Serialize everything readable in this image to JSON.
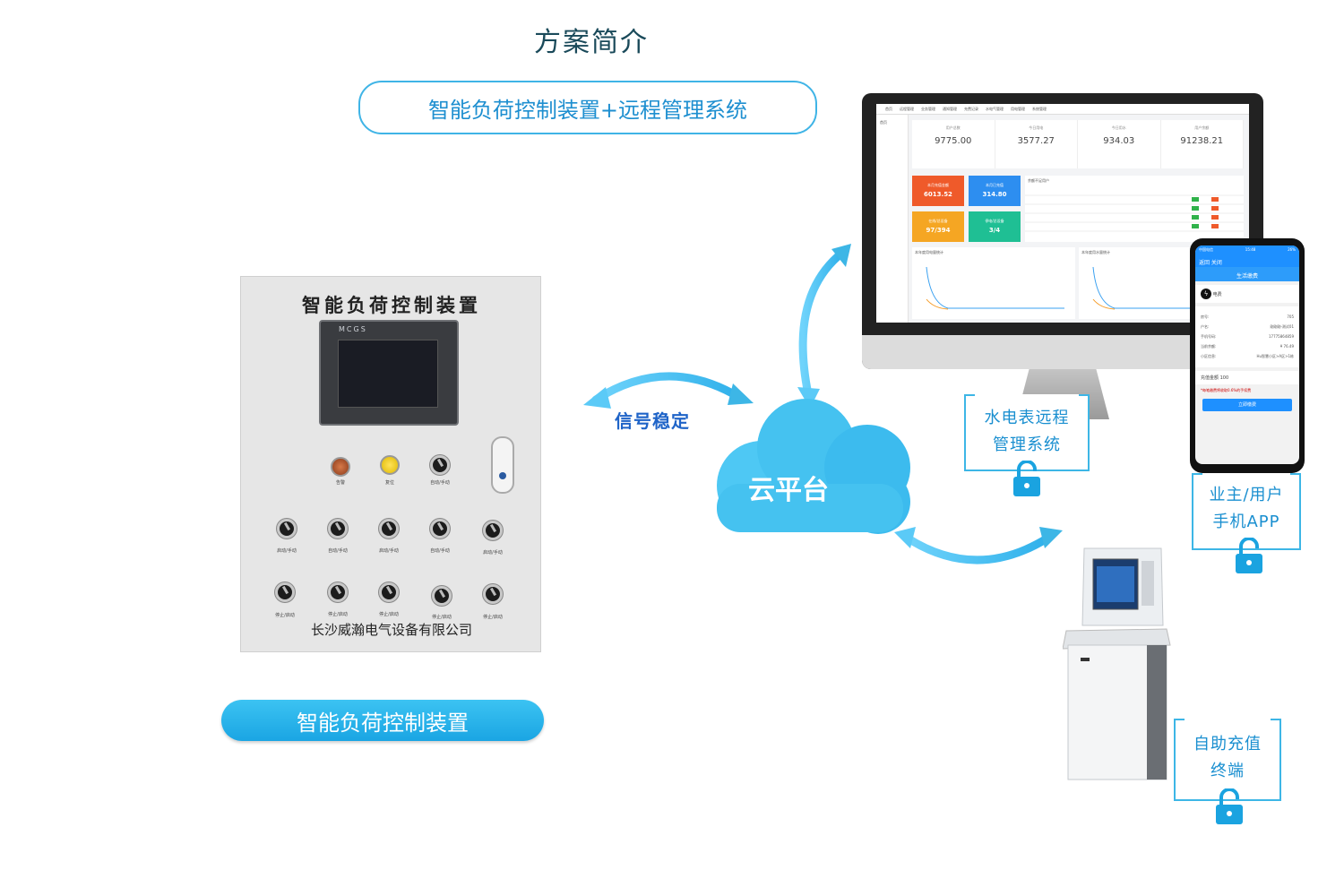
{
  "page": {
    "title": "方案简介",
    "subtitle": "智能负荷控制装置+远程管理系统"
  },
  "cabinet": {
    "title": "智能负荷控制装置",
    "hmi_brand": "MCGS",
    "company": "长沙威瀚电气设备有限公司",
    "top_labels": [
      "告警",
      "复位",
      "自动/手动"
    ],
    "row2_labels": [
      "启动/手动",
      "自动/手动",
      "启动/手动",
      "自动/手动",
      "启动/手动"
    ],
    "row3_labels": [
      "停止/启动",
      "停止/启动",
      "停止/启动",
      "停止/启动",
      "停止/启动"
    ]
  },
  "device_label": "智能负荷控制装置",
  "signal_label": "信号稳定",
  "cloud_label": "云平台",
  "monitor": {
    "nav": [
      "首页",
      "远程管理",
      "业务管理",
      "通知管理",
      "充费记录",
      "水电气管理",
      "用电管理",
      "系统管理"
    ],
    "side": "首页",
    "stats": [
      {
        "label": "用户总数",
        "value": "9775.00"
      },
      {
        "label": "今日用电",
        "value": "3577.27"
      },
      {
        "label": "今日用水",
        "value": "934.03"
      },
      {
        "label": "用户余额",
        "value": "91238.21"
      }
    ],
    "tiles": [
      {
        "label": "本月充值金额",
        "value": "6013.52",
        "color": "#ef5a2a"
      },
      {
        "label": "本月已充值",
        "value": "314.80",
        "color": "#2d8ef0"
      },
      {
        "label": "在线/总设备",
        "value": "97/394",
        "color": "#f5a623"
      },
      {
        "label": "停电/总设备",
        "value": "3/4",
        "color": "#1fbf94"
      }
    ],
    "table_title": "余额不足用户",
    "chart_titles": [
      "本年度用电量统计",
      "本年度用水量统计"
    ]
  },
  "phone": {
    "status_left": "中国电信",
    "status_time": "15:48",
    "status_right": "26%",
    "nav": "返回  关闭",
    "header": "生活缴费",
    "service": "电费",
    "rows": [
      {
        "k": "房号:",
        "v": "705"
      },
      {
        "k": "户名:",
        "v": "刚刚刚-测试01"
      },
      {
        "k": "手机号码:",
        "v": "17775864859"
      },
      {
        "k": "当前余额:",
        "v": "¥ 76.49"
      },
      {
        "k": "小区信息:",
        "v": "Hu智慧小区>A区>1栋"
      }
    ],
    "amount_label": "充值金额",
    "amount_value": "100",
    "note": "*每笔缴费将收取0.6%的手续费",
    "button": "立即缴费"
  },
  "labels": {
    "water_meter": [
      "水电表远程",
      "管理系统"
    ],
    "owner_app": [
      "业主/用户",
      "手机APP"
    ],
    "kiosk": [
      "自助充值",
      "终端"
    ]
  },
  "colors": {
    "accent": "#3db6e6",
    "cloud": "#4ec8f4",
    "title": "#1a4a5a",
    "signal": "#1f64c8"
  }
}
